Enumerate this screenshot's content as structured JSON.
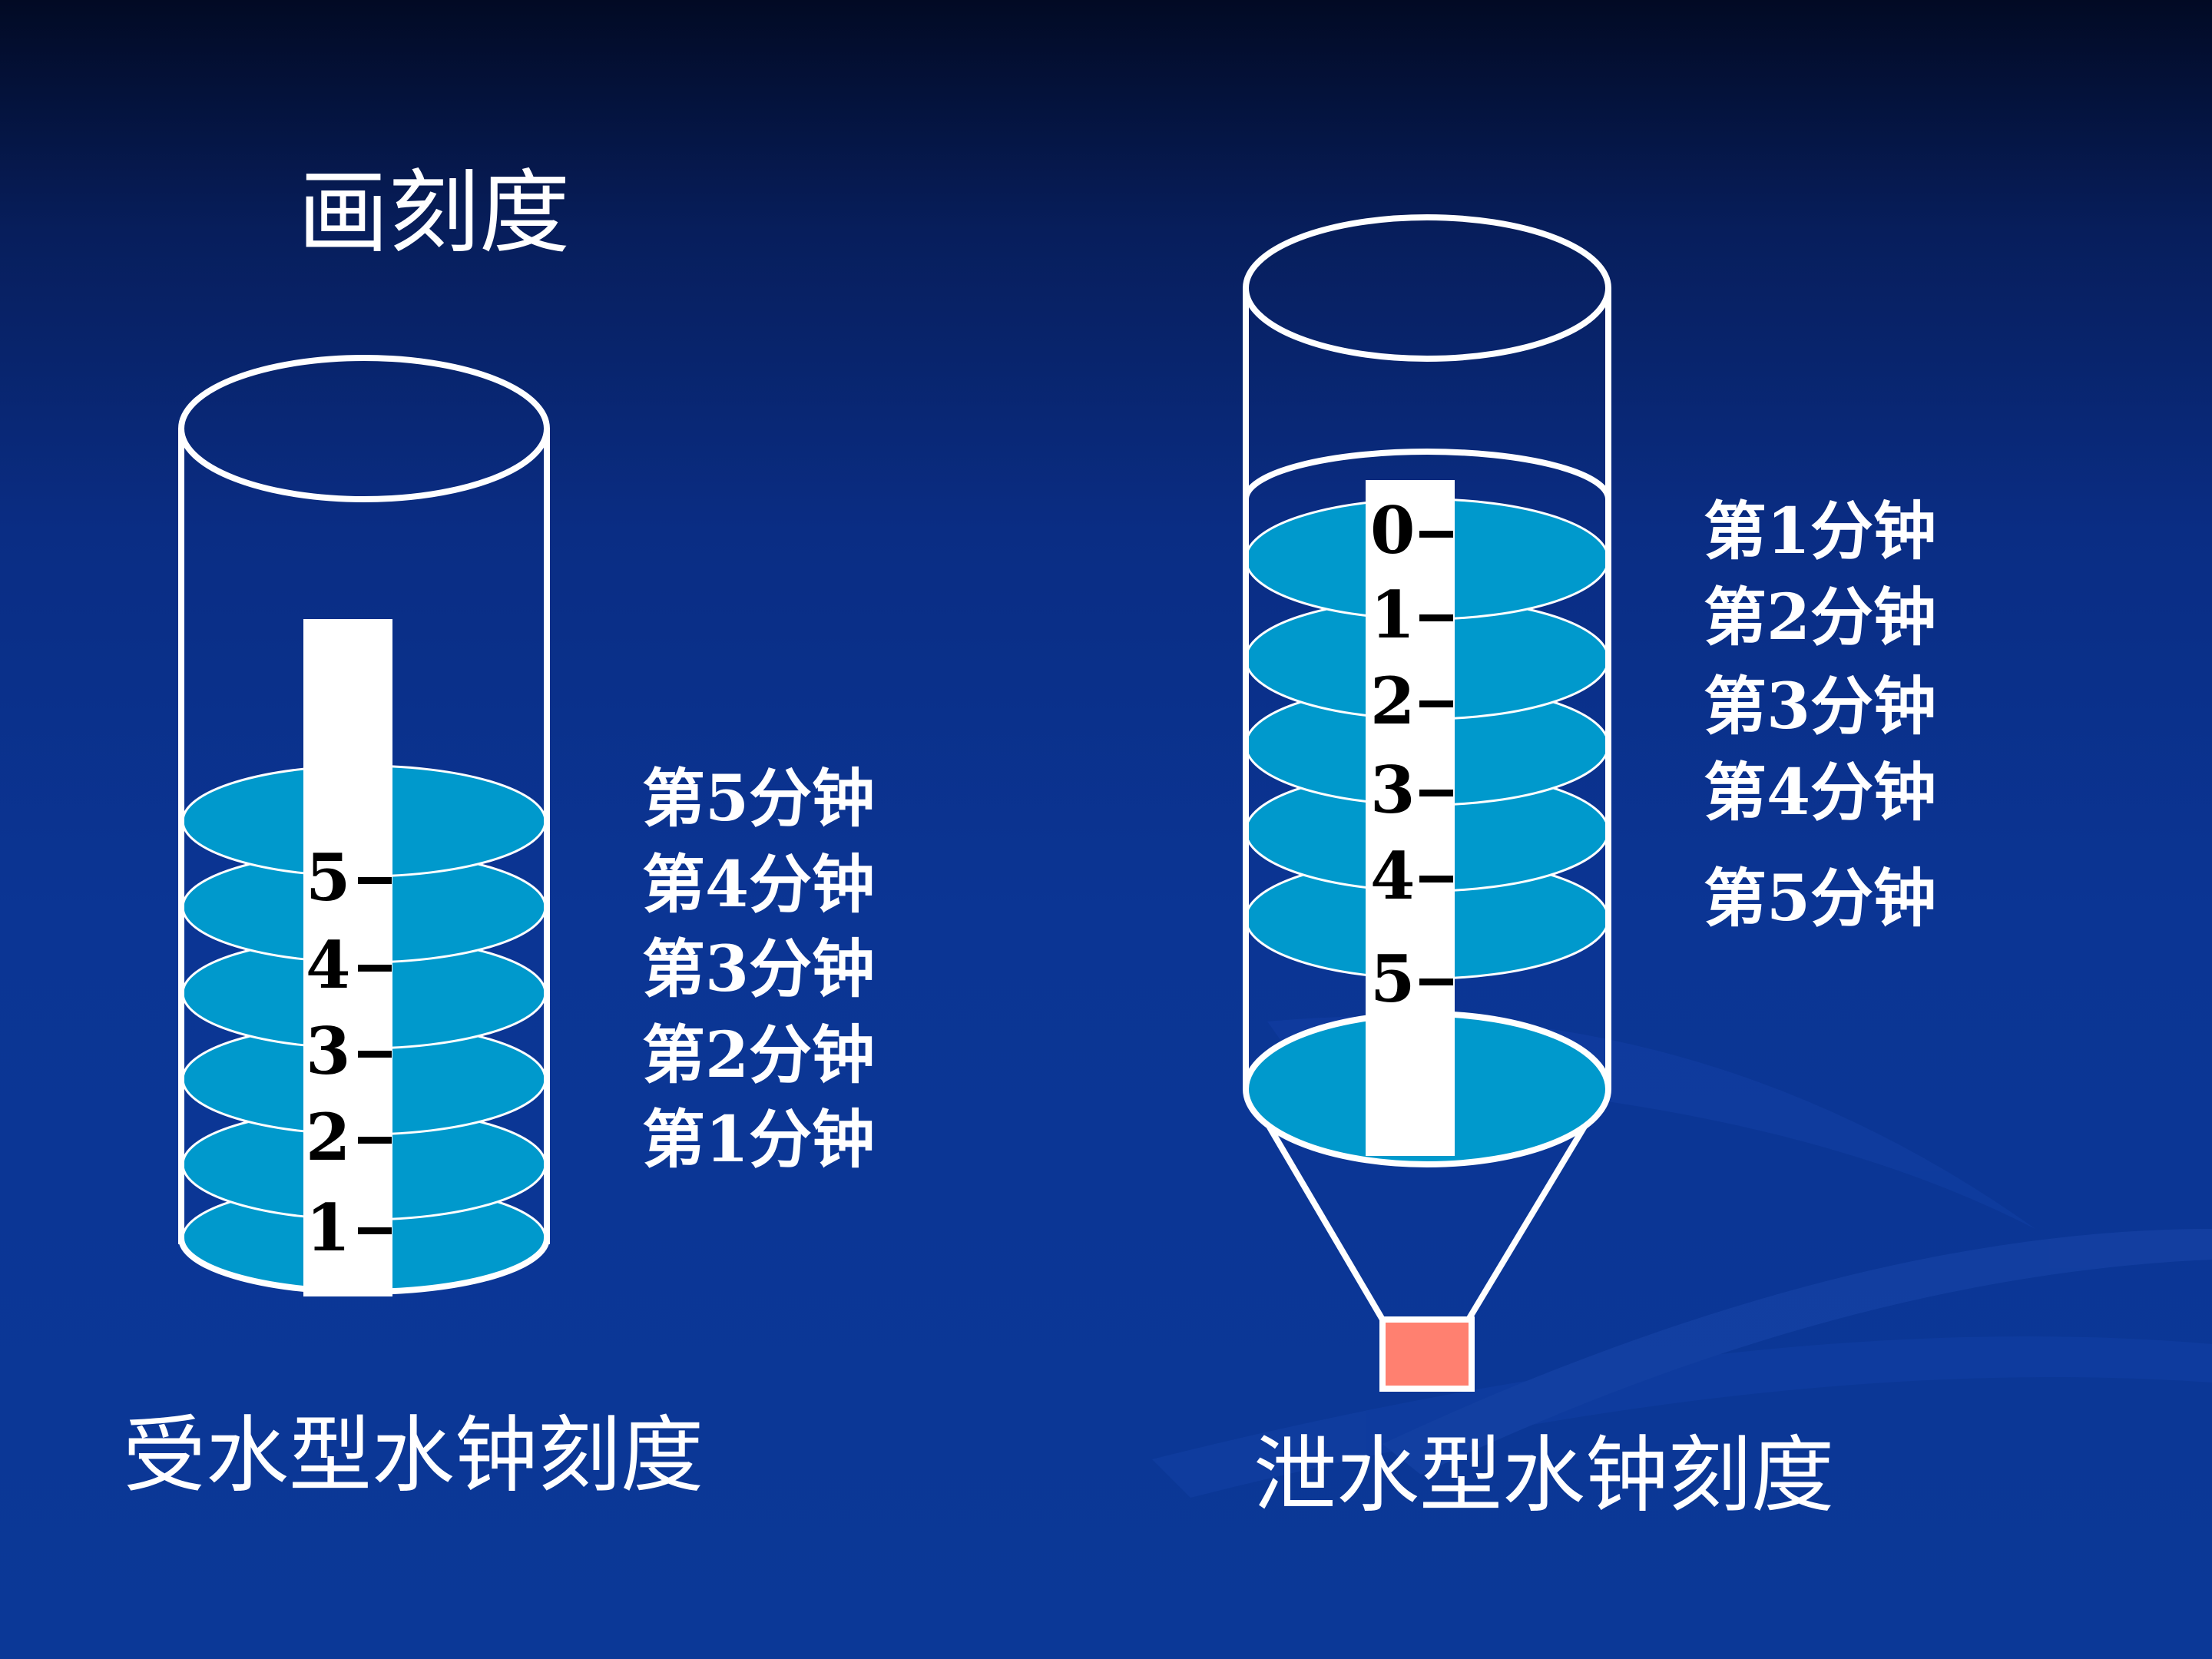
{
  "slide": {
    "title": "画刻度",
    "colors": {
      "water": "#0099cc",
      "outline": "#ffffff",
      "drain": "#ff8070",
      "background": "#0b3597"
    }
  },
  "receiving_clock": {
    "caption": "受水型水钟刻度",
    "ticks": [
      "5",
      "4",
      "3",
      "2",
      "1"
    ],
    "minutes": [
      "第5分钟",
      "第4分钟",
      "第3分钟",
      "第2分钟",
      "第1分钟"
    ]
  },
  "draining_clock": {
    "caption": "泄水型水钟刻度",
    "ticks": [
      "0",
      "1",
      "2",
      "3",
      "4",
      "5"
    ],
    "minutes": [
      "第1分钟",
      "第2分钟",
      "第3分钟",
      "第4分钟",
      "第5分钟"
    ]
  }
}
